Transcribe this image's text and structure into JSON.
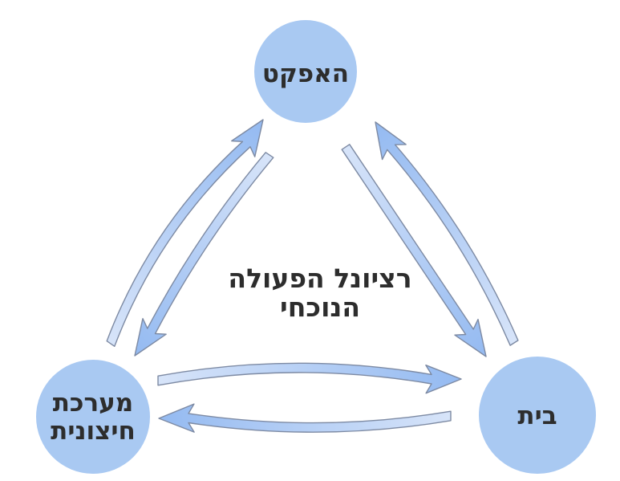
{
  "diagram": {
    "nodes": {
      "effect": {
        "label": "האפקט"
      },
      "external_system": {
        "label_line1": "מערכת",
        "label_line2": "חיצונית"
      },
      "home": {
        "label": "בית"
      }
    },
    "center_label": {
      "line1": "רציונל הפעולה",
      "line2": "הנוכחי"
    },
    "colors": {
      "node_fill": "#a9c9f2",
      "arrow_fill_light": "#d7e4f9",
      "arrow_fill_dark": "#94baf1",
      "arrow_outline": "#7d8aa3",
      "label_color": "#2d2d2d"
    }
  }
}
